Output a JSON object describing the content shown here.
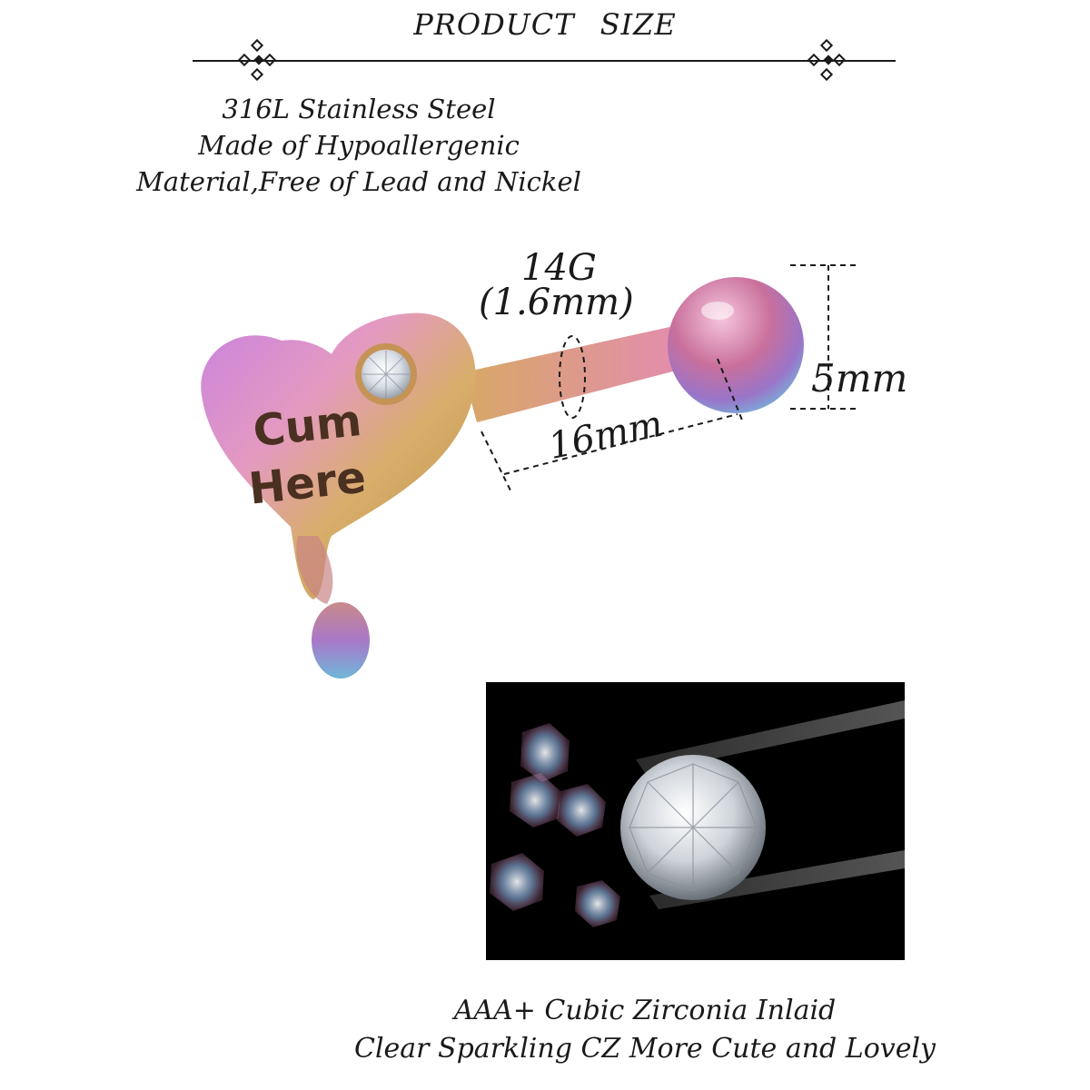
{
  "header": {
    "title_left": "PRODUCT",
    "title_right": "SIZE"
  },
  "description": {
    "lines": [
      "316L Stainless Steel",
      "Made of Hypoallergenic",
      "Material,Free of Lead and Nickel"
    ]
  },
  "product": {
    "engraving_line1": "Cum",
    "engraving_line2": "Here",
    "gauge_label": "14G",
    "gauge_mm_label": "(1.6mm)",
    "length_label": "16mm",
    "ball_label": "5mm"
  },
  "caption": {
    "lines": [
      "AAA+ Cubic Zirconia Inlaid",
      "Clear Sparkling CZ More Cute and Lovely"
    ]
  },
  "colors": {
    "text": "#1a1a1a",
    "pink": "#e07ab8",
    "purple": "#b57ad6",
    "gold": "#c9a05a",
    "blue": "#6fb6d8"
  }
}
